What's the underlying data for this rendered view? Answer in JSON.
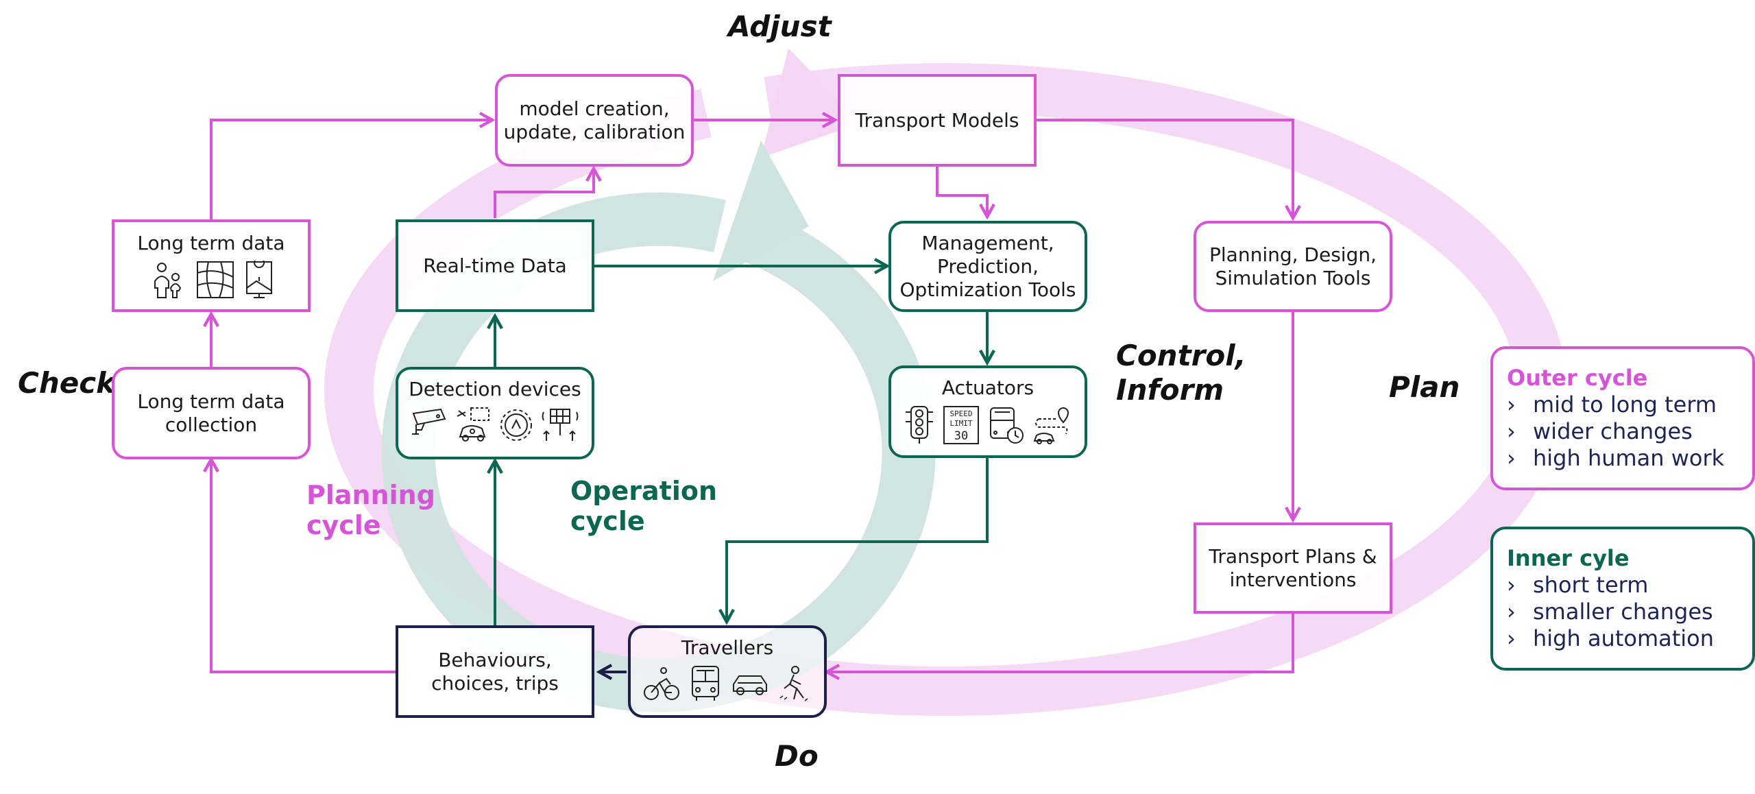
{
  "colors": {
    "outer": "#d654d6",
    "inner": "#0b6652",
    "navy": "#1c1f4a",
    "outer_band": "#f5d7f3",
    "inner_band": "#cfe3df"
  },
  "stages": {
    "adjust": "Adjust",
    "plan": "Plan",
    "do": "Do",
    "check": "Check",
    "control_line1": "Control,",
    "control_line2": "Inform"
  },
  "boxes": {
    "model_creation": [
      "model creation,",
      "update, calibration"
    ],
    "transport_models": "Transport Models",
    "planning_tools": [
      "Planning, Design,",
      "Simulation Tools"
    ],
    "transport_plans": [
      "Transport Plans &",
      "interventions"
    ],
    "long_term_data": "Long term data",
    "long_term_collection": [
      "Long term data",
      "collection"
    ],
    "realtime_data": "Real-time Data",
    "management_tools": [
      "Management,",
      "Prediction,",
      "Optimization Tools"
    ],
    "detection_devices": "Detection devices",
    "actuators": "Actuators",
    "behaviours": [
      "Behaviours,",
      "choices, trips"
    ],
    "travellers": "Travellers"
  },
  "cycle_labels": {
    "planning": [
      "Planning",
      "cycle"
    ],
    "operation": [
      "Operation",
      "cycle"
    ]
  },
  "legend": {
    "outer": {
      "title": "Outer cycle",
      "items": [
        "mid to long term",
        "wider changes",
        "high human work"
      ]
    },
    "inner": {
      "title": "Inner cyle",
      "items": [
        "short term",
        "smaller changes",
        "high automation"
      ]
    },
    "bullet": "›"
  },
  "icons": {
    "long_term_data": [
      "people-icon",
      "map-grid-icon",
      "map-pin-icon"
    ],
    "detection_devices": [
      "cctv-camera-icon",
      "sensor-car-icon",
      "gear-sensor-icon",
      "solar-panel-icon"
    ],
    "actuators": [
      "traffic-light-icon",
      "speed-limit-sign-icon",
      "bus-clock-icon",
      "car-route-icon"
    ],
    "travellers": [
      "bicycle-icon",
      "bus-icon",
      "car-icon",
      "pedestrian-icon"
    ]
  },
  "speed_sign": [
    "SPEED",
    "LIMIT",
    "30"
  ]
}
